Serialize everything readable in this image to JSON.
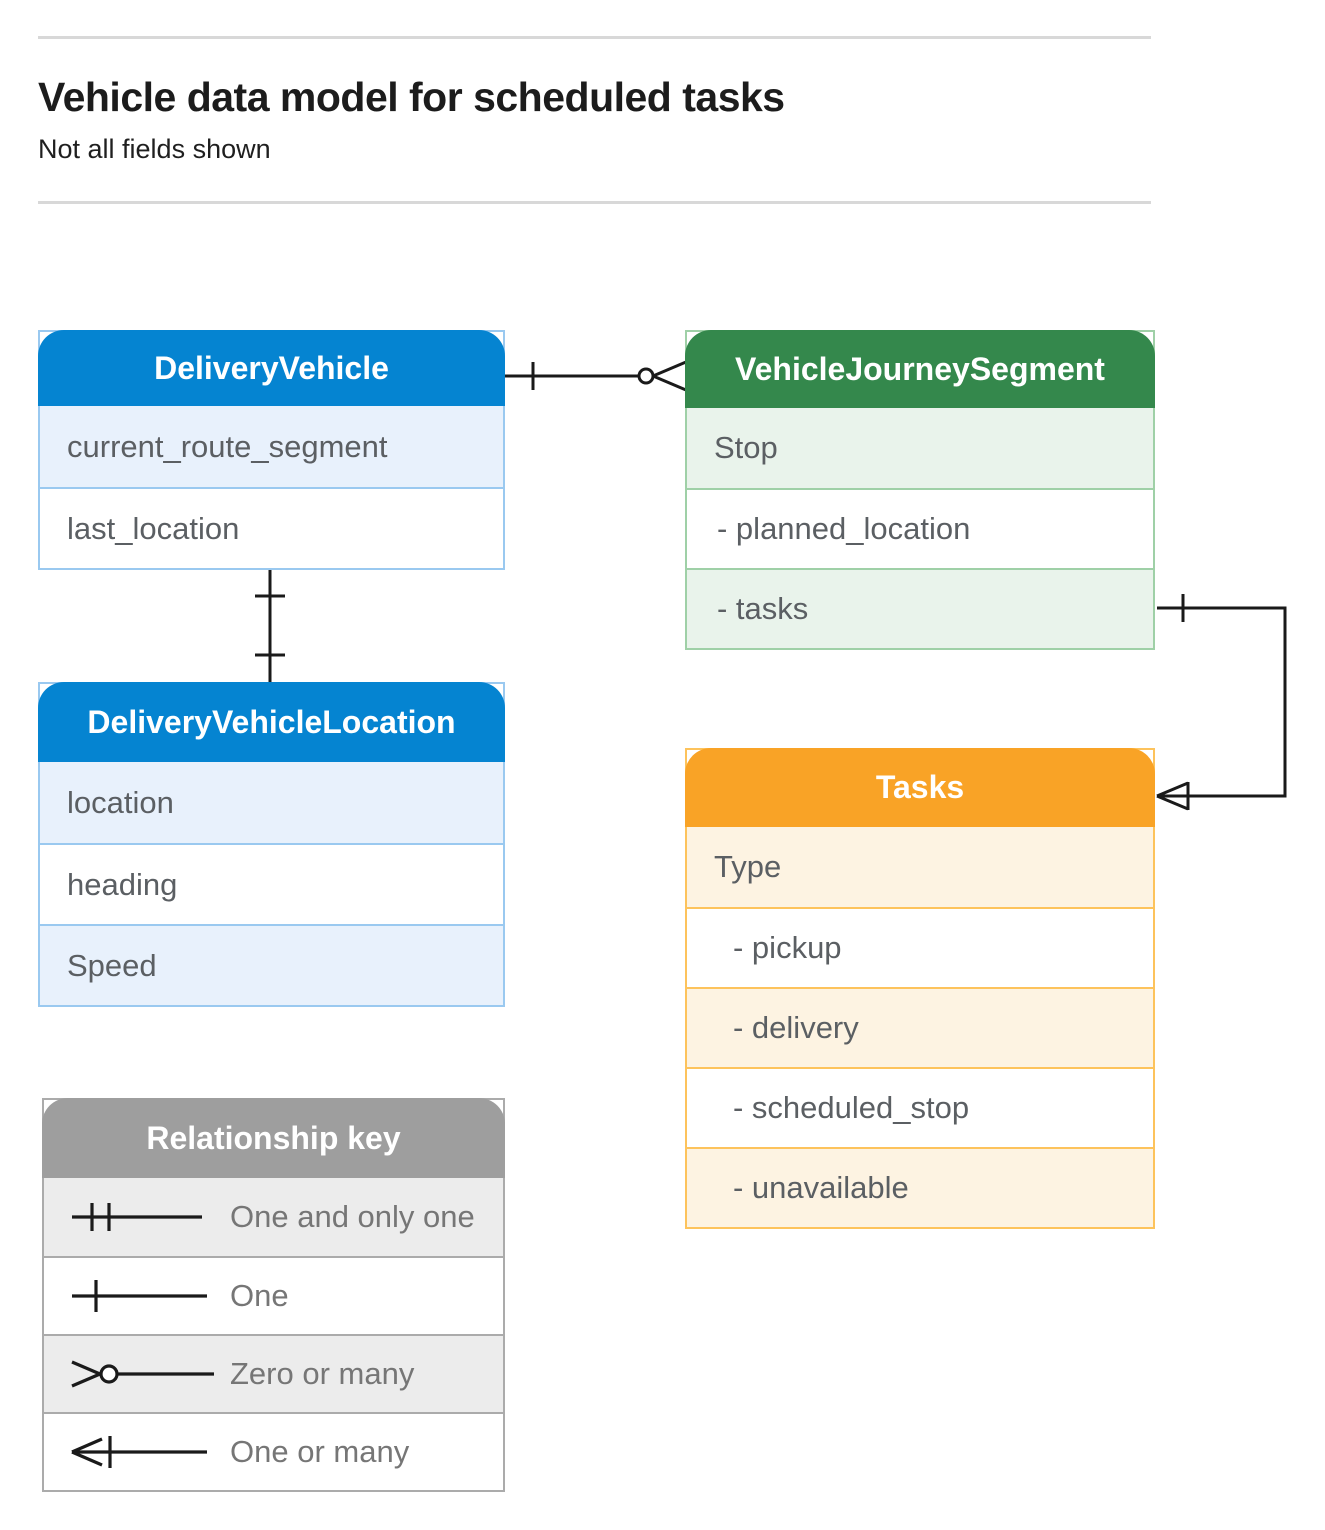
{
  "page": {
    "title": "Vehicle data model for scheduled tasks",
    "subtitle": "Not all fields shown"
  },
  "entities": [
    {
      "name": "DeliveryVehicle",
      "rows": [
        {
          "label": "current_route_segment"
        },
        {
          "label": "last_location"
        }
      ]
    },
    {
      "name": "VehicleJourneySegment",
      "rows": [
        {
          "label": "Stop"
        },
        {
          "label": "- planned_location"
        },
        {
          "label": "- tasks"
        }
      ]
    },
    {
      "name": "DeliveryVehicleLocation",
      "rows": [
        {
          "label": "location"
        },
        {
          "label": "heading"
        },
        {
          "label": "Speed"
        }
      ]
    },
    {
      "name": "Tasks",
      "rows": [
        {
          "label": "Type"
        },
        {
          "label": "- pickup"
        },
        {
          "label": "- delivery"
        },
        {
          "label": "- scheduled_stop"
        },
        {
          "label": "- unavailable"
        }
      ]
    }
  ],
  "legend": {
    "title": "Relationship key",
    "items": [
      {
        "symbol": "one-and-only-one-symbol",
        "label": "One and only one"
      },
      {
        "symbol": "one-symbol",
        "label": "One"
      },
      {
        "symbol": "zero-or-many-symbol",
        "label": "Zero or many"
      },
      {
        "symbol": "one-or-many-symbol",
        "label": "One or many"
      }
    ]
  },
  "relationships": [
    {
      "from": "DeliveryVehicle",
      "to": "VehicleJourneySegment",
      "from_cardinality": "one",
      "to_cardinality": "zero-or-many"
    },
    {
      "from": "DeliveryVehicle",
      "to": "DeliveryVehicleLocation",
      "from_cardinality": "one",
      "to_cardinality": "one"
    },
    {
      "from": "VehicleJourneySegment.tasks",
      "to": "Tasks",
      "from_cardinality": "one",
      "to_cardinality": "one-or-many"
    }
  ],
  "colors": {
    "blue_header": "#0584d1",
    "blue_row": "#e8f1fc",
    "blue_border": "#9ac9f0",
    "green_header": "#34884c",
    "green_row": "#e9f3eb",
    "green_border": "#9fd0a7",
    "orange_header": "#f9a326",
    "orange_row": "#fdf3e2",
    "orange_border": "#fdc35c",
    "gray_header": "#9e9e9e",
    "gray_row": "#ececec",
    "gray_border": "#ababab",
    "rule": "#d8d8d8",
    "connector": "#1a1a1a",
    "row_text": "#5b5f63",
    "legend_text": "#767676"
  }
}
